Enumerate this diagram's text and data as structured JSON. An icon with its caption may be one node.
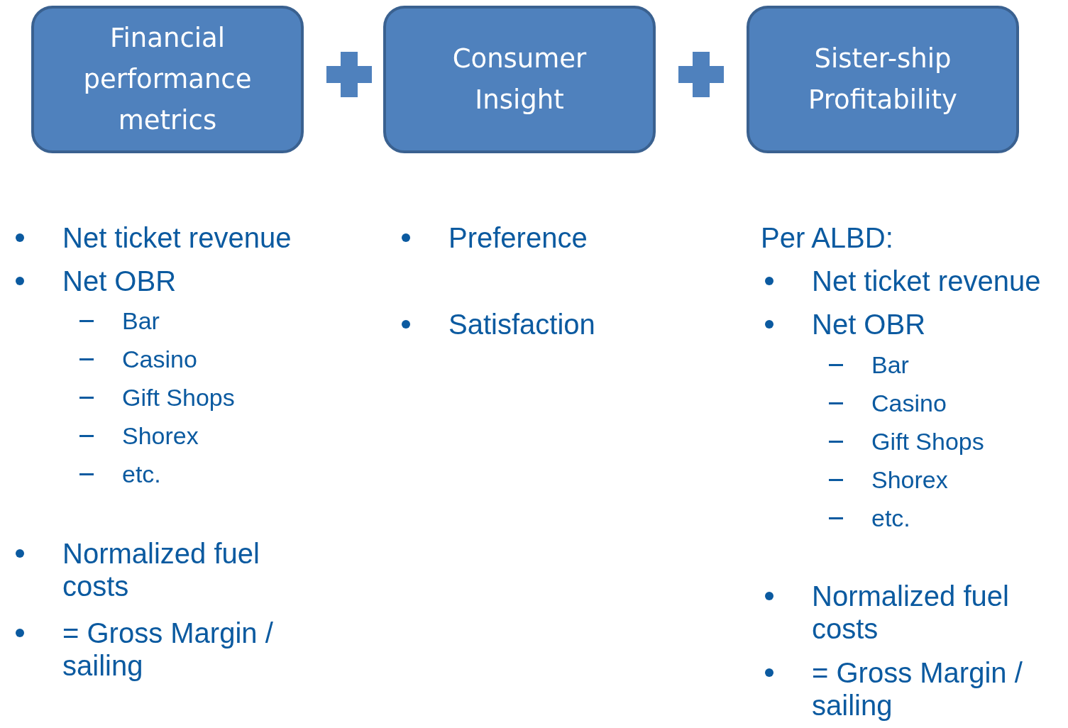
{
  "diagram": {
    "nodes": [
      {
        "text": [
          "Financial performance metrics"
        ]
      },
      {
        "text": [
          "Consumer Insight"
        ]
      },
      {
        "text": [
          "Sister-ship Profitability"
        ]
      }
    ],
    "labels": [
      "Net ticket revenue",
      "Net OBR",
      "Bar",
      "Casino",
      "Gift Shops",
      "Shorex",
      "etc.",
      "Normalized fuel costs",
      "= Gross Margin / sailing",
      "Preference",
      "Satisfaction",
      "Per ALBD:",
      "Net ticket revenue",
      "Net OBR",
      "Bar",
      "Casino",
      "Gift Shops",
      "Shorex",
      "etc.",
      "Normalized fuel costs",
      "= Gross Margin / sailing"
    ]
  }
}
